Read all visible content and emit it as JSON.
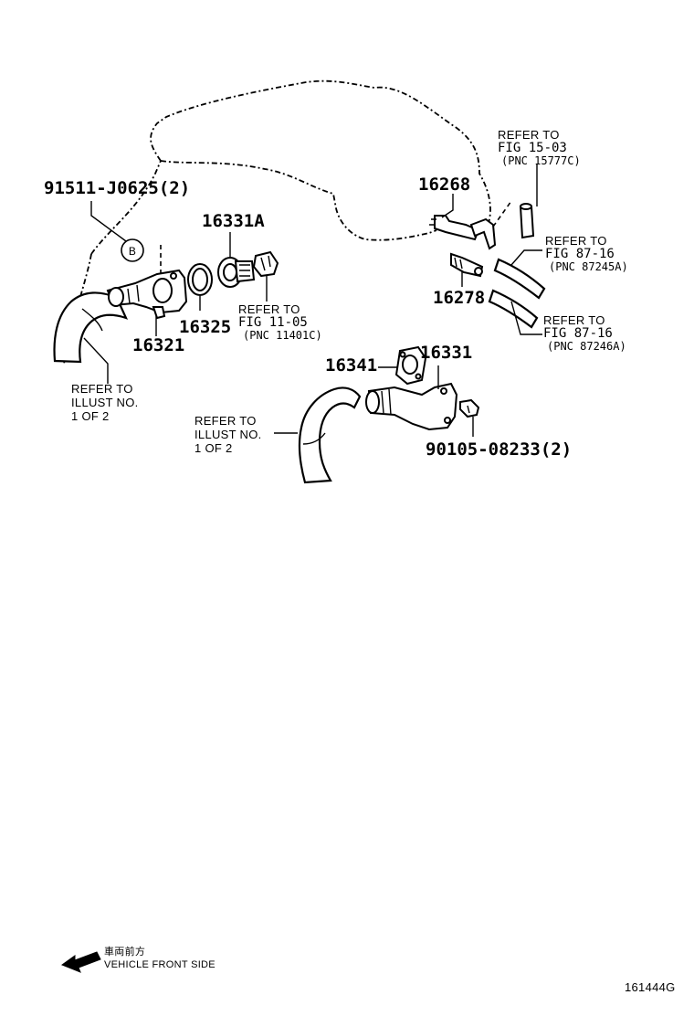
{
  "parts": {
    "p91511": "91511-J0625(2)",
    "p16331A": "16331A",
    "p16325": "16325",
    "p16321": "16321",
    "p16268": "16268",
    "p16278": "16278",
    "p16341": "16341",
    "p16331": "16331",
    "p90105": "90105-08233(2)"
  },
  "callout_b": "B",
  "refs": {
    "fig1505": {
      "line1": "REFER TO",
      "line2": "FIG 11-05",
      "line3": "(PNC 11401C)"
    },
    "fig1503": {
      "line1": "REFER TO",
      "line2": "FIG 15-03",
      "line3": "(PNC 15777C)"
    },
    "fig8716a": {
      "line1": "REFER TO",
      "line2": "FIG 87-16",
      "line3": "(PNC 87245A)"
    },
    "fig8716b": {
      "line1": "REFER TO",
      "line2": "FIG 87-16",
      "line3": "(PNC 87246A)"
    },
    "illust_left": {
      "line1": "REFER TO",
      "line2": "ILLUST NO.",
      "line3": "1 OF 2"
    },
    "illust_mid": {
      "line1": "REFER TO",
      "line2": "ILLUST NO.",
      "line3": "1 OF 2"
    }
  },
  "footer": {
    "front_jp": "車両前方",
    "front_en": "VEHICLE FRONT SIDE",
    "figure_id": "161444G"
  }
}
